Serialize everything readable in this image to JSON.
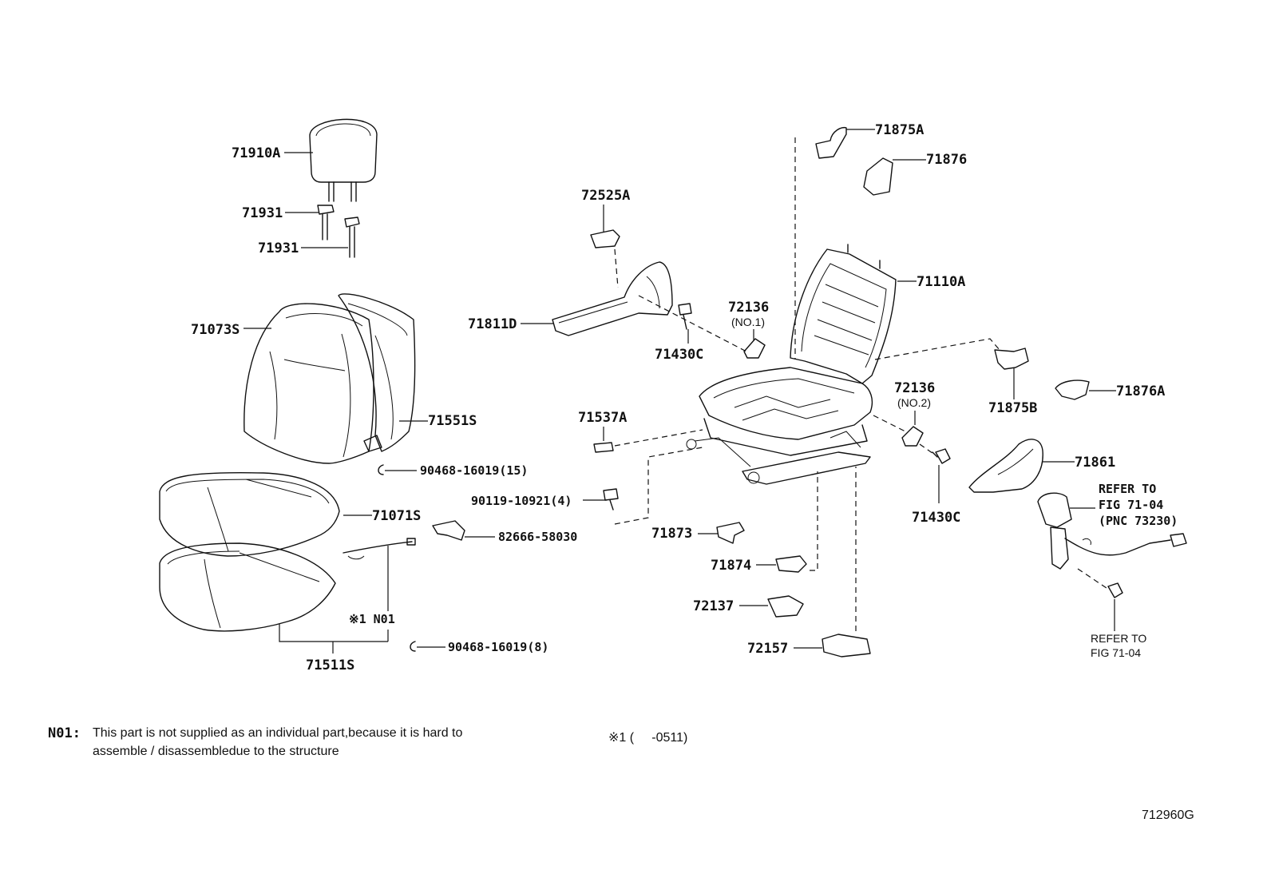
{
  "parts": {
    "headrest": "71910A",
    "headrest_support_1": "71931",
    "headrest_support_2": "71931",
    "back_cover": "71073S",
    "back_pad": "71551S",
    "hog_ring_back": "90468-16019(15)",
    "cushion_cover": "71071S",
    "cushion_pad": "71511S",
    "harness_note": "※1 N01",
    "hog_ring_cushion": "90468-16019(8)",
    "bracket_82666": "82666-58030",
    "screw_90119": "90119-10921(4)",
    "cap_72525A": "72525A",
    "shield_71811D": "71811D",
    "bolt_71430C_left": "71430C",
    "cover_72136_no1": "72136",
    "cover_72136_no1_sub": "(NO.1)",
    "cover_71537A": "71537A",
    "guide_71875A": "71875A",
    "guide_71876": "71876",
    "frame_71110A": "71110A",
    "cover_72136_no2": "72136",
    "cover_72136_no2_sub": "(NO.2)",
    "bolt_71430C_right": "71430C",
    "guide_71875B": "71875B",
    "cover_71876A": "71876A",
    "knob_71861": "71861",
    "clip_71873": "71873",
    "clip_71874": "71874",
    "cover_72137": "72137",
    "cover_72157": "72157",
    "refer_1_line1": "REFER TO",
    "refer_1_line2": "FIG 71-04",
    "refer_1_line3": "(PNC 73230)",
    "refer_2_line1": "REFER TO",
    "refer_2_line2": "FIG 71-04"
  },
  "footnote": {
    "code": "N01:",
    "line1": "This part is not supplied as an individual part,because it is hard to",
    "line2": "assemble / disassembledue to the structure",
    "mark": "※1 (     -0511)"
  },
  "figure_id": "712960G"
}
